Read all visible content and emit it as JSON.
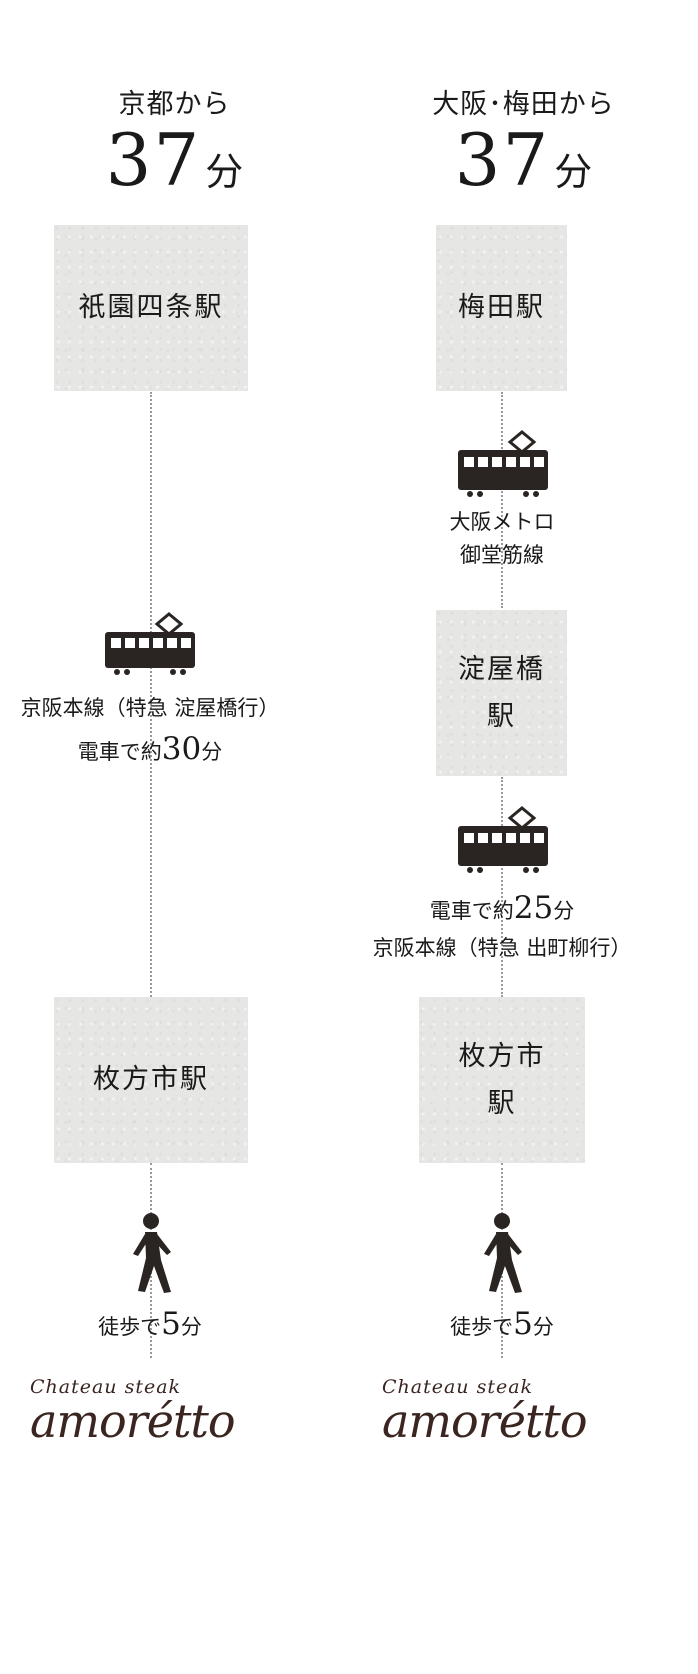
{
  "left": {
    "from_label": "京都から",
    "minutes": "37",
    "minutes_unit": "分",
    "start_station": "祇園四条駅",
    "route_line": "京阪本線（特急 淀屋橋行）",
    "route_time_prefix": "電車で約",
    "route_time_value": "30",
    "route_time_unit": "分",
    "end_station": "枚方市駅",
    "walk_prefix": "徒歩で",
    "walk_value": "5",
    "walk_unit": "分",
    "logo_small": "Chateau steak",
    "logo_big": "amorétto"
  },
  "right": {
    "from_label": "大阪･梅田から",
    "minutes": "37",
    "minutes_unit": "分",
    "start_station": "梅田駅",
    "route1_line1": "大阪メトロ",
    "route1_line2": "御堂筋線",
    "mid_station_line1": "淀屋橋",
    "mid_station_line2": "駅",
    "route2_time_prefix": "電車で約",
    "route2_time_value": "25",
    "route2_time_unit": "分",
    "route2_line": "京阪本線（特急 出町柳行）",
    "end_station_line1": "枚方市",
    "end_station_line2": "駅",
    "walk_prefix": "徒歩で",
    "walk_value": "5",
    "walk_unit": "分",
    "logo_small": "Chateau steak",
    "logo_big": "amorétto"
  },
  "icons": {
    "train": "train-icon",
    "walker": "walking-person-icon"
  },
  "colors": {
    "box_bg": "#e6e6e4",
    "dots": "#9a9a9a",
    "icon": "#2a2522",
    "logo": "#3a2521"
  }
}
